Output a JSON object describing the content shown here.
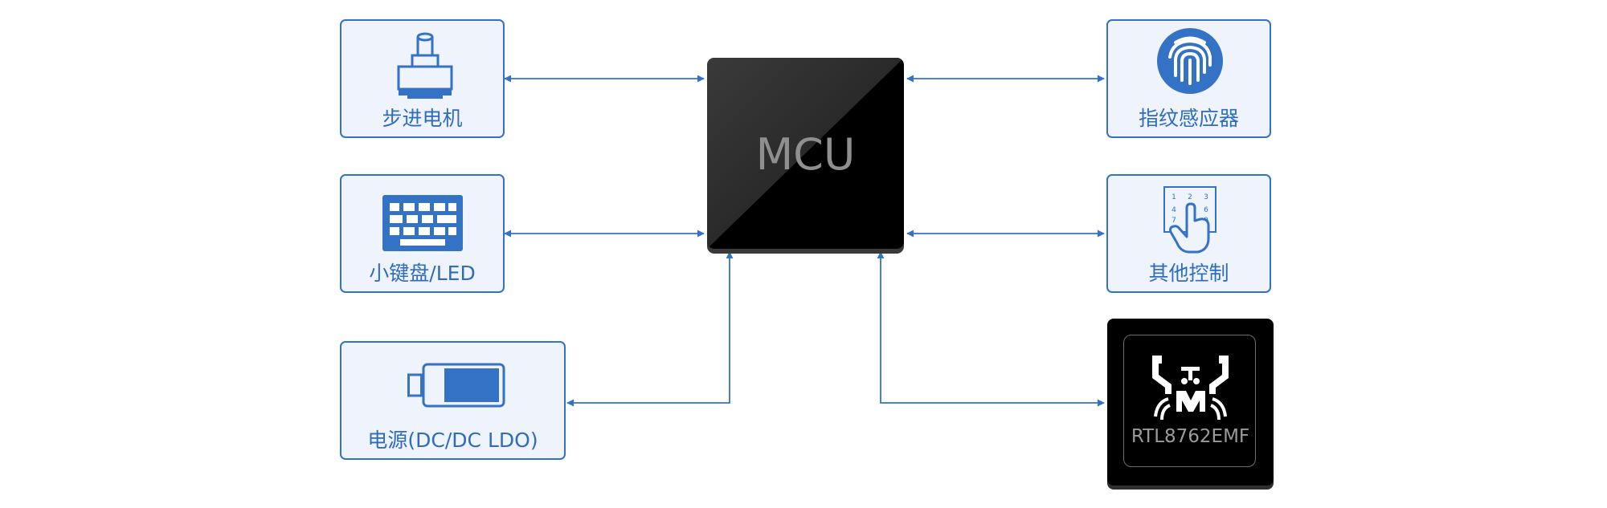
{
  "diagram": {
    "mcu": {
      "label": "MCU"
    },
    "chip": {
      "label": "RTL8762EMF",
      "logo_icon": "realtek-crab-logo"
    },
    "modules": {
      "stepper_motor": {
        "label": "步进电机",
        "icon": "stepper-motor-icon"
      },
      "keypad_led": {
        "label": "小键盘/LED",
        "icon": "keyboard-icon"
      },
      "power": {
        "label": "电源(DC/DC LDO)",
        "icon": "battery-icon"
      },
      "fingerprint": {
        "label": "指纹感应器",
        "icon": "fingerprint-icon"
      },
      "other_control": {
        "label": "其他控制",
        "icon": "touch-keypad-icon"
      }
    },
    "keypad_digits": [
      "1",
      "2",
      "3",
      "4",
      "6",
      "7",
      "8",
      "9"
    ],
    "colors": {
      "accent": "#3472c6",
      "module_fill": "#eef3fc",
      "chip_fill": "#000000",
      "chip_text": "#8f8f8f"
    }
  }
}
